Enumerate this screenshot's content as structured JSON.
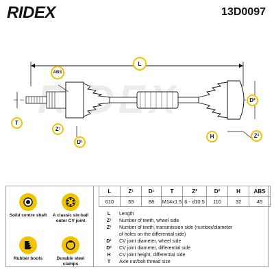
{
  "brand": "RIDEX",
  "part_number": "13D0097",
  "watermark": "RIDEX",
  "labels": {
    "L": "L",
    "ABS": "ABS",
    "Z1": "Z¹",
    "D1": "D¹",
    "T": "T",
    "D2": "D²",
    "H": "H",
    "Z2": "Z²"
  },
  "spec_table": {
    "headers": [
      "L",
      "Z¹",
      "D¹",
      "T",
      "Z²",
      "D²",
      "H",
      "ABS"
    ],
    "values": [
      "610",
      "33",
      "88",
      "M14x1.5",
      "6 - d10.5",
      "110",
      "32",
      "45"
    ]
  },
  "legend": [
    {
      "key": "L",
      "text": "Length"
    },
    {
      "key": "Z¹",
      "text": "Number of teeth, wheel side"
    },
    {
      "key": "Z²",
      "text": "Number of teeth, transmission side (number/diameter"
    },
    {
      "key": "",
      "text": "of holes on the differential side)"
    },
    {
      "key": "D¹",
      "text": "CV joint diameter, wheel side"
    },
    {
      "key": "D²",
      "text": "CV joint diameter, differential side"
    },
    {
      "key": "H",
      "text": "CV joint height, differential side"
    },
    {
      "key": "T",
      "text": "Axle nut/bolt thread size"
    }
  ],
  "features": [
    {
      "name": "solid-centre-shaft",
      "label": "Solid centre shaft"
    },
    {
      "name": "six-ball-joint",
      "label": "A classic six-ball outer CV joint"
    },
    {
      "name": "rubber-boots",
      "label": "Rubber boots"
    },
    {
      "name": "steel-clamps",
      "label": "Durable steel clamps"
    }
  ],
  "colors": {
    "accent": "#f1c400",
    "ink": "#111111",
    "rule": "#9a9a9a"
  }
}
